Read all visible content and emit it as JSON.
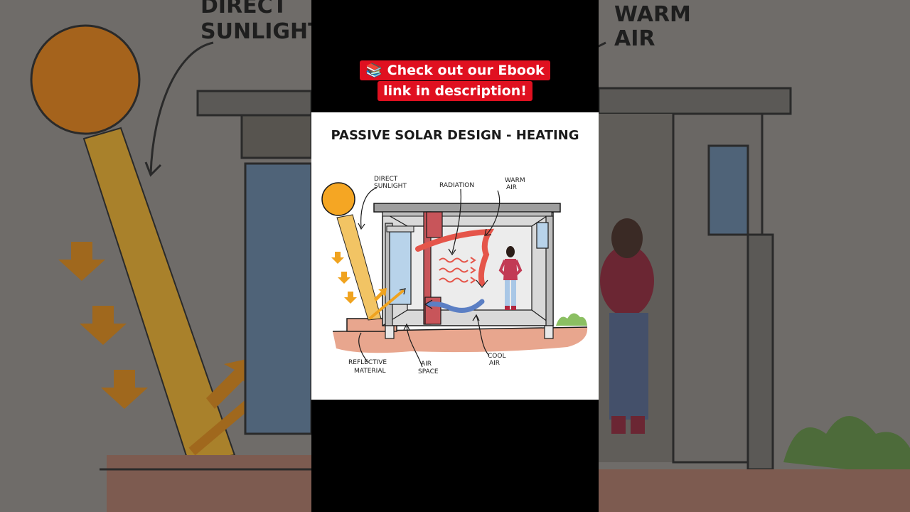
{
  "banner": {
    "icon": "books-emoji",
    "line1": "Check out our Ebook",
    "line2": "link in description!",
    "background_color": "#e01020"
  },
  "diagram": {
    "title": "PASSIVE SOLAR DESIGN - HEATING",
    "labels": {
      "direct_sunlight_1": "DIRECT",
      "direct_sunlight_2": "SUNLIGHT",
      "radiation": "RADIATION",
      "warm_air_1": "WARM",
      "warm_air_2": "AIR",
      "reflective_1": "REFLECTIVE",
      "reflective_2": "MATERIAL",
      "air_space_1": "AIR",
      "air_space_2": "SPACE",
      "cool_air_1": "COOL",
      "cool_air_2": "AIR"
    },
    "colors": {
      "sun": "#f5a623",
      "sun_arrows": "#f0a31f",
      "radiation": "#e5554a",
      "warm_air": "#e5554a",
      "cool_air": "#5b7fc4",
      "ground": "#e8a68e",
      "window": "#b8d3ea",
      "thermal_wall": "#c8555a"
    }
  },
  "background": {
    "label_left_1": "DIRECT",
    "label_left_2": "SUNLIGHT",
    "label_right_1": "WARM",
    "label_right_2": "AIR"
  }
}
